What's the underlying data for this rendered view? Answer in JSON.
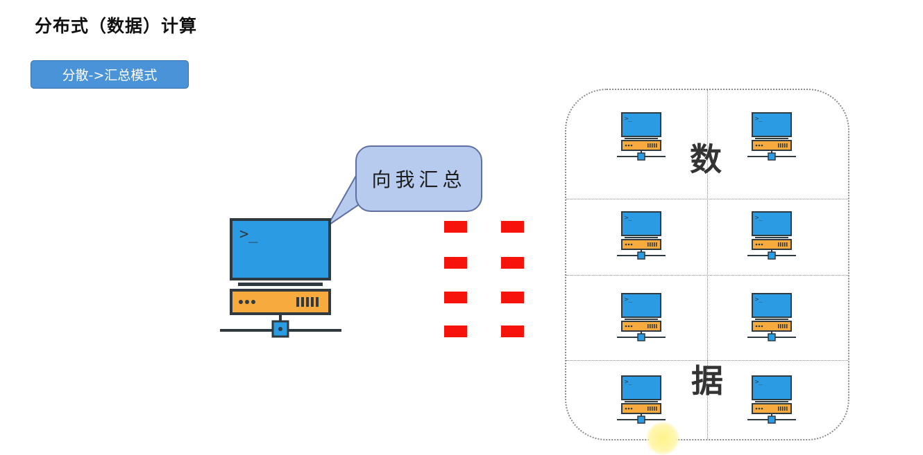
{
  "title": "分布式（数据）计算",
  "mode_label": "分散->汇总模式",
  "bubble_text": "向我汇总",
  "main_server_icon": "server-computer-icon",
  "node_icon": "server-computer-icon",
  "cluster": {
    "char_top": "数",
    "char_bottom": "据",
    "rows": 4,
    "columns": 2
  },
  "packets": {
    "columns": 2,
    "rows": 4
  },
  "colors": {
    "screen": "#2b9be3",
    "server_body": "#f7ab3e",
    "outline": "#2f3940",
    "packet": "#f5130c",
    "badge": "#4b93d8",
    "bubble": "#b6cbee"
  }
}
